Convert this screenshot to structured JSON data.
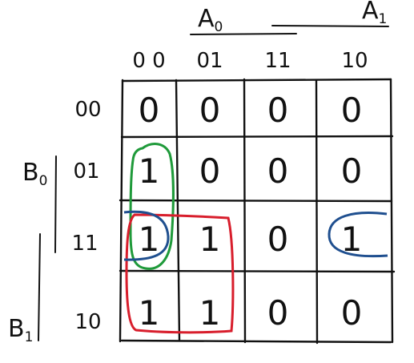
{
  "variables": {
    "a0": {
      "letter": "A",
      "subscript": "0"
    },
    "a1": {
      "letter": "A",
      "subscript": "1"
    },
    "b0": {
      "letter": "B",
      "subscript": "0"
    },
    "b1": {
      "letter": "B",
      "subscript": "1"
    }
  },
  "column_headers": [
    "0 0",
    "01",
    "11",
    "10"
  ],
  "row_headers": [
    "00",
    "01",
    "11",
    "10"
  ],
  "cells": [
    [
      "0",
      "0",
      "0",
      "0"
    ],
    [
      "1",
      "0",
      "0",
      "0"
    ],
    [
      "1",
      "1",
      "0",
      "1"
    ],
    [
      "1",
      "1",
      "0",
      "0"
    ]
  ],
  "groupings": [
    {
      "name": "green-group",
      "color": "#1f9a3a",
      "covers": "column 00, rows 01-11"
    },
    {
      "name": "red-group",
      "color": "#d81e2c",
      "covers": "columns 00-01, rows 11-10"
    },
    {
      "name": "blue-group",
      "color": "#1f4f8f",
      "covers": "row 11, columns 00 and 10 (wrap-around)"
    }
  ]
}
